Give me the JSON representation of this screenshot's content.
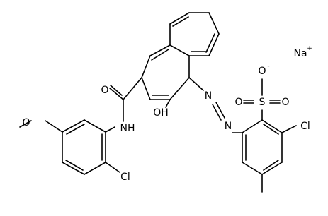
{
  "molecule": {
    "atoms": {
      "o_amide": "O",
      "nh": "NH",
      "o_methoxy": "O",
      "oh": "OH",
      "n1": "N",
      "n2": "N",
      "o_minus": "O",
      "o_minus_charge": "-",
      "s": "S",
      "o_s_left": "O",
      "o_s_right": "O",
      "cl_right": "Cl",
      "cl_bottom": "Cl",
      "na": "Na",
      "na_charge": "+"
    }
  }
}
